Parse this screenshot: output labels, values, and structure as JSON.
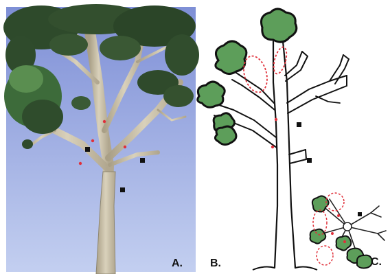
{
  "panels": [
    {
      "id": "A",
      "label": "A."
    },
    {
      "id": "B",
      "label": "B."
    },
    {
      "id": "C",
      "label": "C."
    }
  ],
  "colors": {
    "sky_top": "#8f9ed9",
    "sky_bottom": "#b9c7ee",
    "bark": "#c9c0a8",
    "bark_dark": "#a89f86",
    "foliage_dark": "#2f4a2a",
    "foliage_green": "#5d9e5a",
    "foliage_outline": "#1a1a1a",
    "outline": "#111111",
    "marker_red": "#e0303a",
    "marker_black": "#111111"
  },
  "icons": {
    "red_dot": "red-dot-marker",
    "black_square": "black-square-marker",
    "dashed_ellipse": "dashed-ellipse-region"
  }
}
